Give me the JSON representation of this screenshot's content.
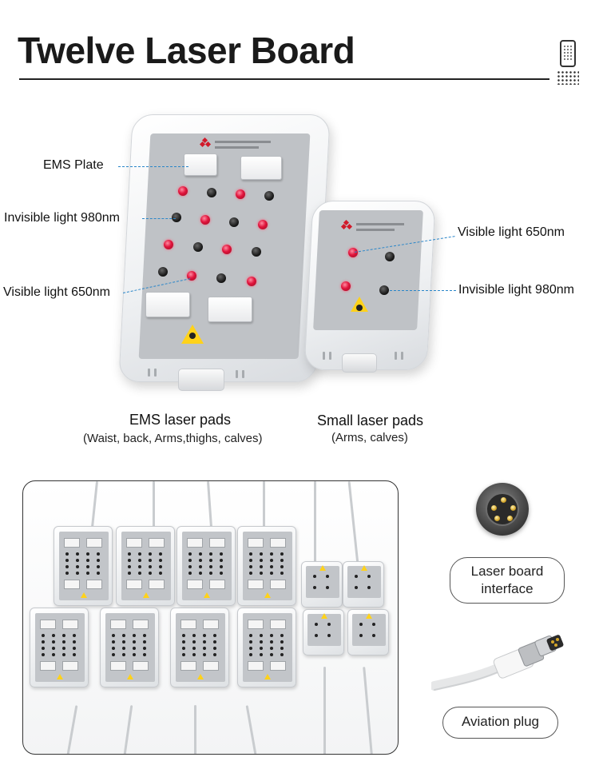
{
  "header": {
    "title": "Twelve Laser Board",
    "phone_icon": "smartphone-icon"
  },
  "diagram": {
    "big_pad_labels": {
      "ems_plate": "EMS Plate",
      "invisible_light": "Invisible light 980nm",
      "visible_light": "Visible light 650nm"
    },
    "small_pad_labels": {
      "visible_light": "Visible light 650nm",
      "invisible_light": "Invisible light 980nm"
    },
    "colors": {
      "visible_led": "#e0143c",
      "invisible_led": "#111111",
      "leader_line": "#2a86c9",
      "warning_triangle": "#ffd21a"
    }
  },
  "captions": {
    "ems_pads_title": "EMS laser pads",
    "ems_pads_sub": "(Waist, back, Arms,thighs, calves)",
    "small_pads_title": "Small laser pads",
    "small_pads_sub": "(Arms, calves)"
  },
  "accessories": {
    "laser_board_interface": [
      "Laser board",
      "interface"
    ],
    "aviation_plug": "Aviation plug"
  }
}
